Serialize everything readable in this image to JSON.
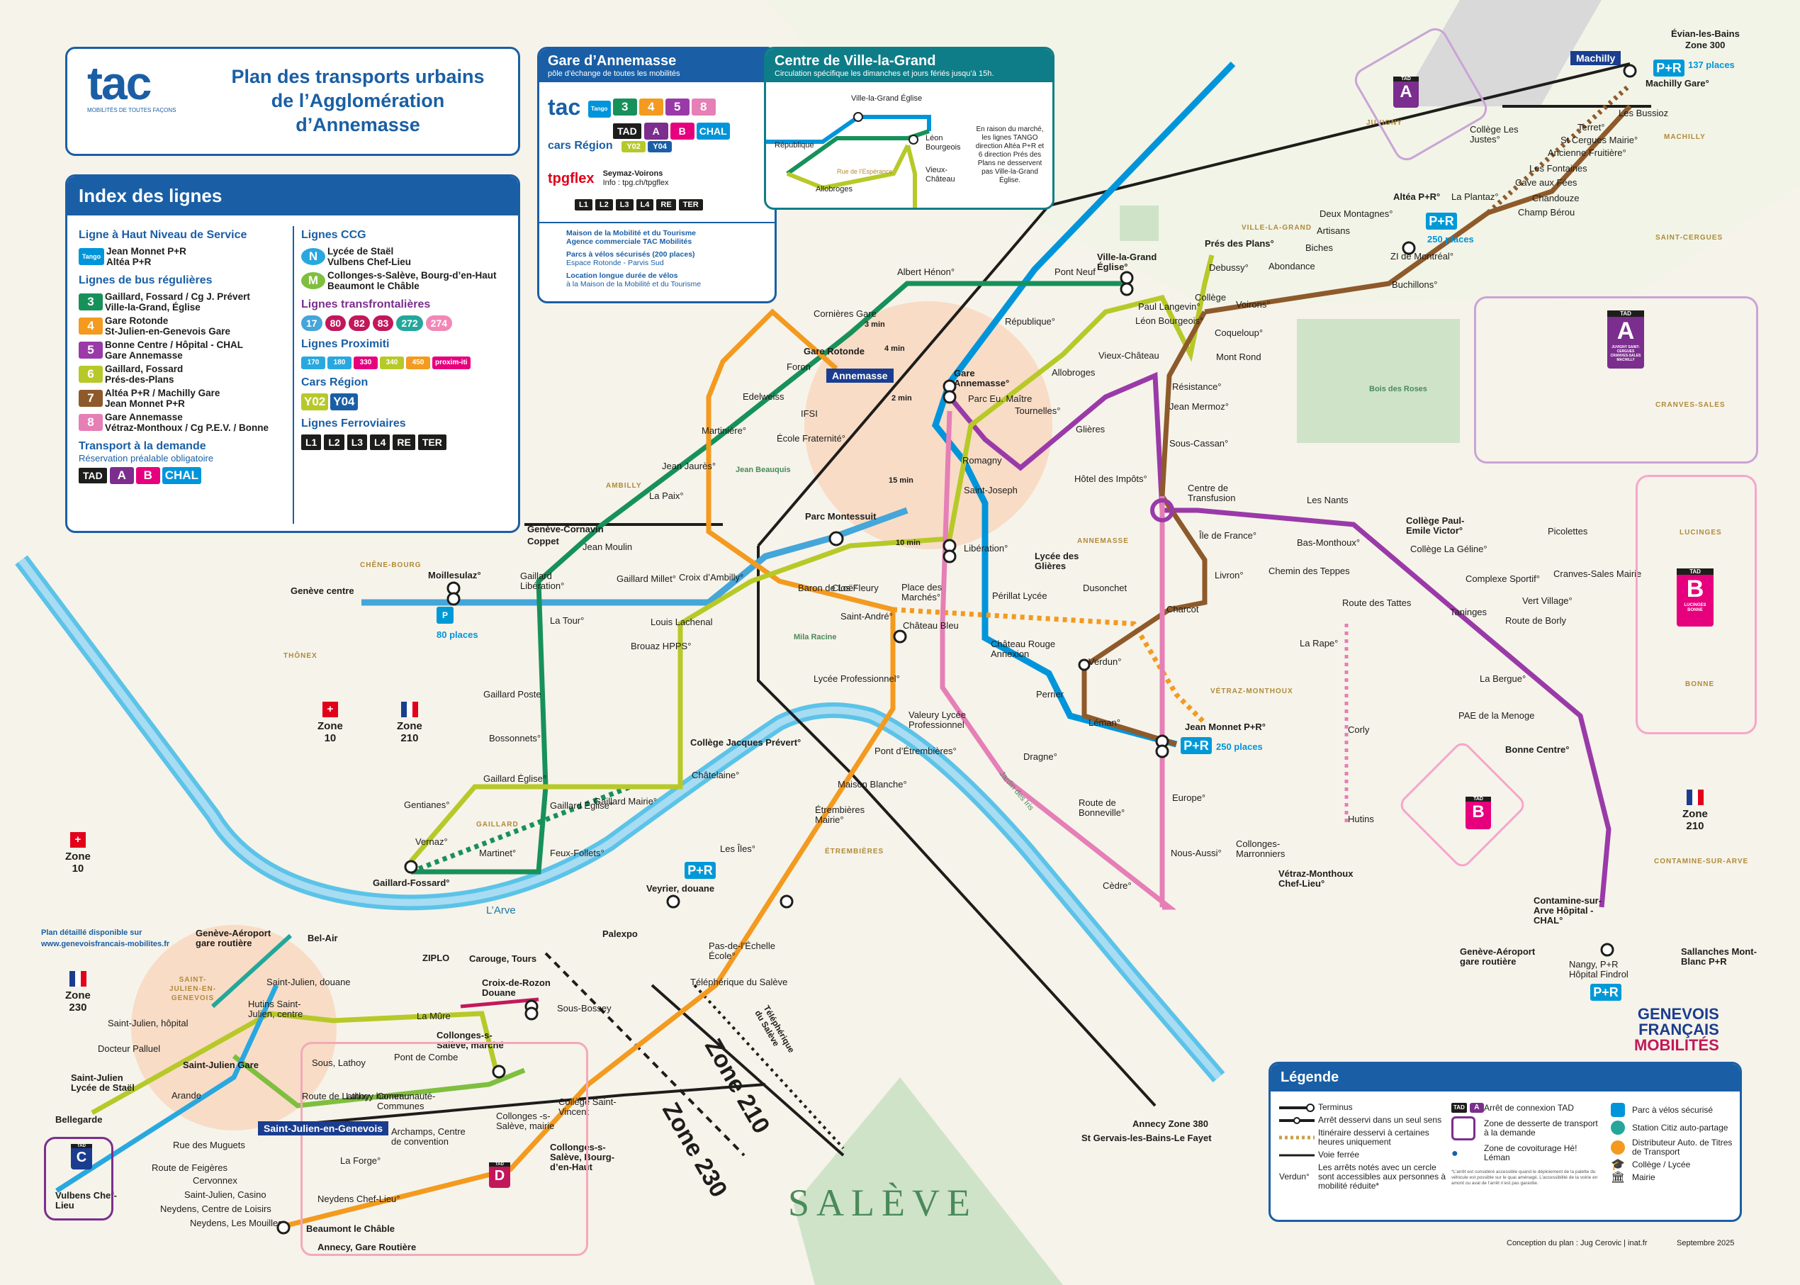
{
  "header": {
    "logo_text": "tac",
    "logo_tagline": "MOBILITÉS DE TOUTES FAÇONS",
    "title_line1": "Plan des transports urbains",
    "title_line2": "de l’Agglomération",
    "title_line3": "d’Annemasse"
  },
  "index": {
    "title": "Index des lignes",
    "bhns_title": "Ligne à Haut Niveau de Service",
    "bhns": {
      "badge": "Tango",
      "line1": "Jean Monnet P+R",
      "line2": "Altéa P+R"
    },
    "regular_title": "Lignes de bus régulières",
    "regular": [
      {
        "num": "3",
        "color": "#17915a",
        "line1": "Gaillard, Fossard / Cg J. Prévert",
        "line2": "Ville-la-Grand, Église"
      },
      {
        "num": "4",
        "color": "#f39a1f",
        "line1": "Gare Rotonde",
        "line2": "St-Julien-en-Genevois Gare"
      },
      {
        "num": "5",
        "color": "#9a3aa8",
        "line1": "Bonne Centre / Hôpital - CHAL",
        "line2": "Gare Annemasse"
      },
      {
        "num": "6",
        "color": "#b7c928",
        "line1": "Gaillard, Fossard",
        "line2": "Prés-des-Plans"
      },
      {
        "num": "7",
        "color": "#8e5a2b",
        "line1": "Altéa P+R / Machilly Gare",
        "line2": "Jean Monnet P+R"
      },
      {
        "num": "8",
        "color": "#e57fb6",
        "line1": "Gare Annemasse",
        "line2": "Vétraz-Monthoux / Cg P.E.V. / Bonne"
      }
    ],
    "tad_title": "Transport à la demande",
    "tad_sub": "Réservation préalable obligatoire",
    "tad_badges": [
      "TAD",
      "A",
      "B",
      "CHAL"
    ],
    "ccg_title": "Lignes CCG",
    "ccg": [
      {
        "num": "N",
        "color": "#29a8df",
        "line1": "Lycée de Staël",
        "line2": "Vulbens Chef-Lieu"
      },
      {
        "num": "M",
        "color": "#7fbf3f",
        "line1": "Collonges-s-Salève, Bourg-d’en-Haut",
        "line2": "Beaumont le Châble"
      }
    ],
    "trans_title": "Lignes transfrontalières",
    "trans": [
      {
        "num": "17",
        "color": "#44a6d9"
      },
      {
        "num": "80",
        "color": "#c2185b"
      },
      {
        "num": "82",
        "color": "#c2185b"
      },
      {
        "num": "83",
        "color": "#c2185b"
      },
      {
        "num": "272",
        "color": "#24a79a"
      },
      {
        "num": "274",
        "color": "#f287b8"
      }
    ],
    "prox_title": "Lignes Proximiti",
    "prox": [
      {
        "num": "170",
        "color": "#29a8df"
      },
      {
        "num": "180",
        "color": "#29a8df"
      },
      {
        "num": "330",
        "color": "#e6007e"
      },
      {
        "num": "340",
        "color": "#b7c928"
      },
      {
        "num": "450",
        "color": "#f39a1f"
      },
      {
        "num": "proxim-iti",
        "color": "#e6007e"
      }
    ],
    "cars_title": "Cars Région",
    "cars": [
      "Y02",
      "Y04"
    ],
    "rail_title": "Lignes Ferroviaires",
    "rail": [
      "L1",
      "L2",
      "L3",
      "L4",
      "RE",
      "TER"
    ]
  },
  "gare_box": {
    "title": "Gare d’Annemasse",
    "subtitle": "pôle d’échange de toutes les mobilités",
    "tac_lines": [
      "Tango",
      "3",
      "4",
      "5",
      "8"
    ],
    "tac_tad": [
      "TAD",
      "A",
      "B",
      "CHAL"
    ],
    "cars_region": "cars Région",
    "cars_lines": [
      "Y02",
      "Y04"
    ],
    "tpgflex": "tpgflex",
    "tpgflex_line1": "Seymaz-Voirons",
    "tpgflex_line2": "Info : tpg.ch/tpgflex",
    "rail": [
      "L1",
      "L2",
      "L3",
      "L4",
      "RE",
      "TER"
    ],
    "info1_l1": "Maison de la Mobilité et du Tourisme",
    "info1_l2": "Agence commerciale TAC Mobilités",
    "info2_l1": "Parcs à vélos sécurisés (200 places)",
    "info2_l2": "Espace Rotonde - Parvis Sud",
    "info3_l1": "Location longue durée de vélos",
    "info3_l2": "à la Maison de la Mobilité et du Tourisme"
  },
  "centre_box": {
    "title": "Centre de Ville-la-Grand",
    "subtitle": "Circulation spécifique les dimanches et jours fériés jusqu’à 15h.",
    "stop1": "Ville-la-Grand Église",
    "stop2": "République",
    "stop3": "Léon Bourgeois",
    "stop4": "Vieux-Château",
    "stop5": "Allobroges",
    "street": "Rue de l’Espérance",
    "note": "En raison du marché, les lignes TANGO direction Altéa P+R et 6 direction Prés des Plans ne desservent pas Ville-la-Grand Église."
  },
  "areas": [
    "VILLE-LA-GRAND",
    "JUVIGNY",
    "MACHILLY",
    "SAINT-CERGUES",
    "CRANVES-SALES",
    "LUCINGES",
    "BONNE",
    "CONTAMINE-SUR-ARVE",
    "VÉTRAZ-MONTHOUX",
    "ANNEMASSE",
    "AMBILLY",
    "GAILLARD",
    "ÉTREMBIÈRES",
    "CHÊNE-BOURG",
    "THÔNEX",
    "SAINT-JULIEN-EN-GENEVOIS"
  ],
  "zones": [
    {
      "label": "Zone",
      "num": "10"
    },
    {
      "label": "Zone",
      "num": "210"
    },
    {
      "label": "Zone",
      "num": "10"
    },
    {
      "label": "Zone",
      "num": "230"
    },
    {
      "label": "Zone",
      "num": "210"
    }
  ],
  "stops": {
    "geneve_centre": "Genève centre",
    "moillesulaz": "Moillesulaz°",
    "pr80": "80 places",
    "geneve_cornavin": "Genève-Cornavin",
    "coppet": "Coppet",
    "gaillard_liberation": "Gaillard Libération°",
    "la_tour": "La Tour°",
    "gaillard_millet": "Gaillard Millet°",
    "croix_ambilly": "Croix d’Ambilly°",
    "louis_lachenal": "Louis Lachenal",
    "brouaz": "Brouaz HPPS°",
    "jean_moulin": "Jean Moulin",
    "jean_jaures": "Jean Jaurès°",
    "la_paix": "La Paix°",
    "martiniere": "Martinière°",
    "edelweiss": "Edelweiss",
    "foron": "Foron",
    "gare_rotonde": "Gare Rotonde",
    "cornieres": "Cornières Gare",
    "albert_henon": "Albert Hénon°",
    "pont_neuf": "Pont Neuf",
    "vlg_eglise": "Ville-la-Grand Église°",
    "pres_des_plans": "Prés des Plans°",
    "debussy": "Debussy°",
    "abondance": "Abondance",
    "biches": "Biches",
    "artisans": "Artisans",
    "deux_montagnes": "Deux Montagnes°",
    "altea": "Altéa P+R°",
    "pr250a": "250 places",
    "zi_montreal": "ZI de Montréal°",
    "buchillons": "Buchillons°",
    "la_plantaz": "La Plantaz°",
    "college_justes": "Collège Les Justes°",
    "champ_berou": "Champ Bérou",
    "chandouze": "Chandouze",
    "cave_fees": "Cave aux Fées",
    "les_fontaines": "Les Fontaines",
    "ancienne_fruitiere": "Ancienne Fruitière°",
    "st_cergues_mairie": "St Cergues Mairie°",
    "terret": "Terret°",
    "les_bussioz": "Les Bussioz",
    "machilly_gare": "Machilly Gare°",
    "evian": "Évian-les-Bains",
    "zone300": "Zone 300",
    "pr137": "137 places",
    "machilly_tag": "Machilly",
    "republique": "République°",
    "college": "Collège",
    "paul_langevin": "Paul Langevin°",
    "leon_bourgeois": "Léon Bourgeois°",
    "vieux_chateau": "Vieux-Château",
    "allobroges": "Allobroges",
    "voirons": "Voirons°",
    "coqueloup": "Coqueloup°",
    "mont_rond": "Mont Rond",
    "resistance": "Résistance°",
    "jean_mermoz": "Jean Mermoz°",
    "sous_cassan": "Sous-Cassan°",
    "hotel_impots": "Hôtel des Impôts°",
    "centre_transfusion": "Centre de Transfusion",
    "ile_france": "Île de France°",
    "livron": "Livron°",
    "les_nants": "Les Nants",
    "bas_monthoux": "Bas-Monthoux°",
    "chemin_teppes": "Chemin des Teppes",
    "college_pev": "Collège Paul-Emile Victor°",
    "college_la_geline": "Collège La Géline°",
    "complexe_sportif": "Complexe Sportif°",
    "taninges": "Taninges",
    "route_borly": "Route de Borly",
    "vert_village": "Vert Village°",
    "picolettes": "Picolettes",
    "cranves_mairie": "Cranves-Sales Mairie",
    "la_bergue": "La Bergue°",
    "pae_menoge": "PAE de la Menoge",
    "bonne_centre": "Bonne Centre°",
    "route_tattes": "Route des Tattes",
    "la_rape": "La Rape°",
    "corly": "Corly",
    "hutins": "Hutins",
    "gare_annemasse": "Gare Annemasse°",
    "annemasse": "Annemasse",
    "parc_maitre": "Parc Eu. Maître",
    "tournelles": "Tournelles°",
    "glieres": "Glières",
    "romagny": "Romagny",
    "saint_joseph": "Saint-Joseph",
    "liberation": "Libération°",
    "lycee_glieres": "Lycée des Glières",
    "perillat": "Périllat Lycée",
    "chateau_rouge": "Château Rouge Annexion",
    "perrier": "Perrier",
    "duson": "Dusonchet",
    "charcot": "Charcot",
    "verdun": "Verdun°",
    "leman": "Léman°",
    "jean_monnet": "Jean Monnet P+R°",
    "pr250b": "250 places",
    "europe": "Europe°",
    "route_bonneville": "Route de Bonneville°",
    "nous_aussi": "Nous-Aussi°",
    "collonges_marronniers": "Collonges-Marronniers",
    "cedre": "Cèdre°",
    "vetraz_chef_lieu": "Vétraz-Monthoux Chef-Lieu°",
    "dragne": "Dragne°",
    "parc_montessuit": "Parc Montessuit",
    "baron_loe": "Baron de Loë°",
    "clos_fleury": "Clos Fleury",
    "place_marches": "Place des Marchés°",
    "saint_andre": "Saint-André°",
    "chateau_bleu": "Château Bleu",
    "lycee_pro": "Lycée Professionnel°",
    "valeury": "Valeury Lycée Professionnel",
    "pont_etrembieres": "Pont d’Étrembières°",
    "maison_blanche": "Maison Blanche°",
    "etrembieres_mairie": "Étrembières Mairie°",
    "les_iles": "Les Îles°",
    "veyrier": "Veyrier, douane",
    "palexpo": "Palexpo",
    "pas_echelle": "Pas-de-l’Échelle École°",
    "telepherique": "Téléphérique du Salève",
    "telepherique_diag": "Téléphérique du Salève",
    "gaillard_poste": "Gaillard Poste",
    "bossonnets": "Bossonnets°",
    "college_jp": "Collège Jacques Prévert°",
    "chatelaine": "Châtelaine°",
    "gaillard_eglise": "Gaillard Église°",
    "gaillard_eglise2": "Gaillard Église°",
    "gaillard_mairie": "Gaillard Mairie°",
    "gentianes": "Gentianes°",
    "vernaz": "Vernaz°",
    "martinet": "Martinet°",
    "feux_follets": "Feux-Follets°",
    "gaillard_fossard": "Gaillard-Fossard°",
    "ifsi": "IFSI",
    "ecole_fraternite": "École Fraternité°",
    "jean_beauquis": "Jean Beauquis",
    "mila_racine": "Mila Racine",
    "jardin_iris": "Jardin des Iris",
    "larve": "L’Arve",
    "bois_roses": "Bois des Roses",
    "saleve": "SALÈVE",
    "contamine_hopital": "Contamine-sur-Arve Hôpital - CHAL°",
    "geneve_aeroport_r": "Genève-Aéroport gare routière",
    "nangy": "Nangy, P+R Hôpital Findrol",
    "sallanches": "Sallanches Mont-Blanc P+R",
    "annecy_zone": "Annecy Zone 380",
    "st_gervais": "St Gervais-les-Bains-Le Fayet",
    "plan_detail1": "Plan détaillé disponible sur",
    "plan_detail2": "www.genevoisfrancais-mobilites.fr",
    "geneve_aeroport_l": "Genève-Aéroport gare routière",
    "bel_air": "Bel-Air",
    "st_julien_douane": "Saint-Julien, douane",
    "hutins_l": "Hutins Saint-Julien, centre",
    "st_julien_hopital": "Saint-Julien, hôpital",
    "docteur_palluel": "Docteur Palluel",
    "st_julien_stael": "Saint-Julien Lycée de Staël",
    "st_julien_gare": "Saint-Julien Gare",
    "arande": "Arande",
    "bellegarde": "Bellegarde",
    "st_julien_tag": "Saint-Julien-en-Genevois",
    "vulbens": "Vulbens Chef-Lieu",
    "rue_muguets": "Rue des Muguets",
    "route_feigeres": "Route de Feigères",
    "cervonnex": "Cervonnex",
    "st_julien_casino": "Saint-Julien, Casino",
    "neydens_centre": "Neydens, Centre de Loisirs",
    "neydens_mouilles": "Neydens, Les Mouilles",
    "route_lathoy": "Route de Lathoy",
    "lathoy_hameau": "Lathoy hameau",
    "communaute": "Communauté-Communes",
    "sous_lathoy": "Sous, Lathoy",
    "pont_combe": "Pont de Combe",
    "archamps": "Archamps, Centre de convention",
    "la_forge": "La Forge°",
    "neydens_chef": "Neydens Chef-Lieu°",
    "beaumont": "Beaumont le Châble",
    "annecy_gare": "Annecy, Gare Routière",
    "ziplo": "ZIPLO",
    "carouge": "Carouge, Tours",
    "croix_rozon": "Croix-de-Rozon Douane",
    "la_mure": "La Mûre",
    "collonges_marche": "Collonges-s-Salève, marché",
    "sous_bossey": "Sous-Bossey",
    "college_st_vincent": "Collège Saint-Vincent",
    "collonges_mairie": "Collonges -s-Salève, mairie",
    "collonges_bourg": "Collonges-s-Salève, Bourg-d’en-Haut",
    "zone210_diag": "Zone 210",
    "zone230_diag": "Zone 230"
  },
  "walk": {
    "w4": "4 min",
    "w2": "2 min",
    "w15": "15 min",
    "w10": "10 min",
    "w3": "3 min"
  },
  "tad_zones": {
    "a_title": "A",
    "a_text": "JUVIGNY SAINT-CERGUES CRANVES-SALES MACHILLY",
    "b_title": "B",
    "b_text": "LUCINGES BONNE",
    "c_title": "C",
    "d_title": "D",
    "tag": "TAD"
  },
  "brand": {
    "l1": "GENEVOIS",
    "l2": "FRANÇAIS",
    "l3": "MOBILITÉS"
  },
  "legend": {
    "title": "Légende",
    "items_left": [
      "Terminus",
      "Arrêt desservi dans un seul sens",
      "Itinéraire desservi à certaines heures uniquement",
      "Voie ferrée"
    ],
    "verdun": "Verdun°",
    "verdun_text": "Les arrêts notés avec un cercle sont accessibles aux personnes à mobilité réduite*",
    "footnote": "*L’arrêt est considéré accessible quand le déploiement de la palette du véhicule est possible sur le quai aménagé. L’accessibilité de la voirie en amont ou aval de l’arrêt n’est pas garantie.",
    "items_mid": [
      "Arrêt de connexion TAD",
      "Zone de desserte de transport à la demande",
      "Zone de covoiturage Hé! Léman"
    ],
    "items_right": [
      "Parc à vélos sécurisé",
      "Station Citiz auto-partage",
      "Distributeur Auto. de Titres de Transport",
      "Collège / Lycée",
      "Mairie"
    ]
  },
  "footer": {
    "conception": "Conception du plan : Jug Cerovic | inat.fr",
    "date": "Septembre 2025"
  }
}
